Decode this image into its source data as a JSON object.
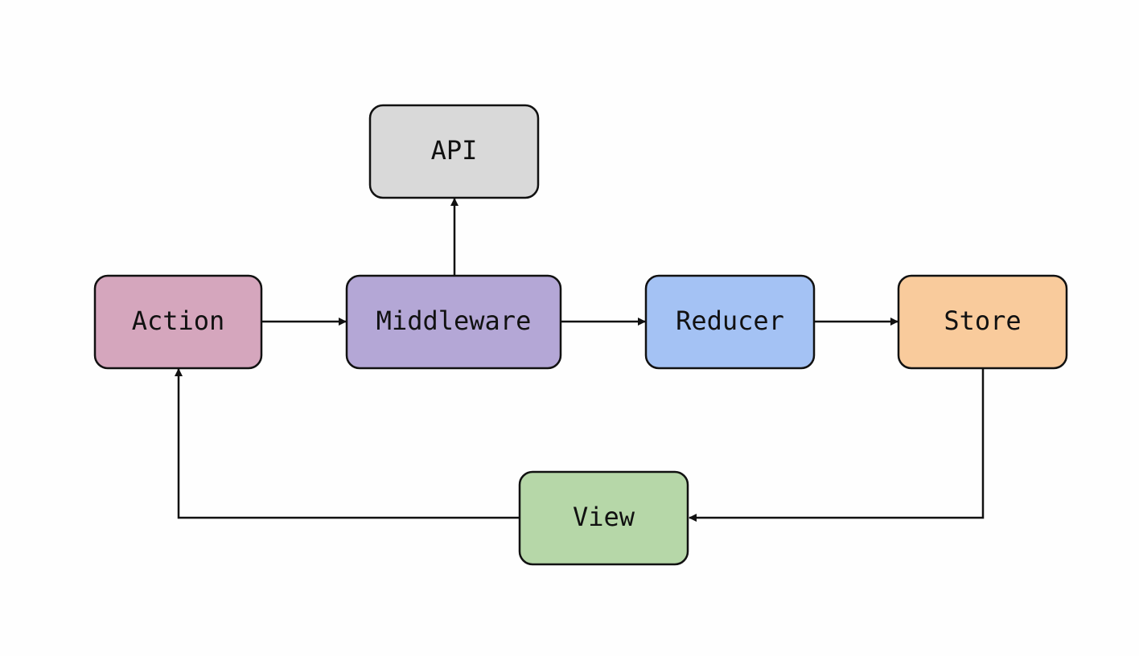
{
  "diagram": {
    "nodes": {
      "api": {
        "label": "API",
        "color": "#d9d9d9"
      },
      "action": {
        "label": "Action",
        "color": "#d5a6bd"
      },
      "middleware": {
        "label": "Middleware",
        "color": "#b4a7d6"
      },
      "reducer": {
        "label": "Reducer",
        "color": "#a4c2f4"
      },
      "store": {
        "label": "Store",
        "color": "#f9cb9c"
      },
      "view": {
        "label": "View",
        "color": "#b6d7a8"
      }
    },
    "edges": [
      {
        "from": "Action",
        "to": "Middleware"
      },
      {
        "from": "Middleware",
        "to": "API"
      },
      {
        "from": "Middleware",
        "to": "Reducer"
      },
      {
        "from": "Reducer",
        "to": "Store"
      },
      {
        "from": "Store",
        "to": "View"
      },
      {
        "from": "View",
        "to": "Action"
      }
    ]
  }
}
